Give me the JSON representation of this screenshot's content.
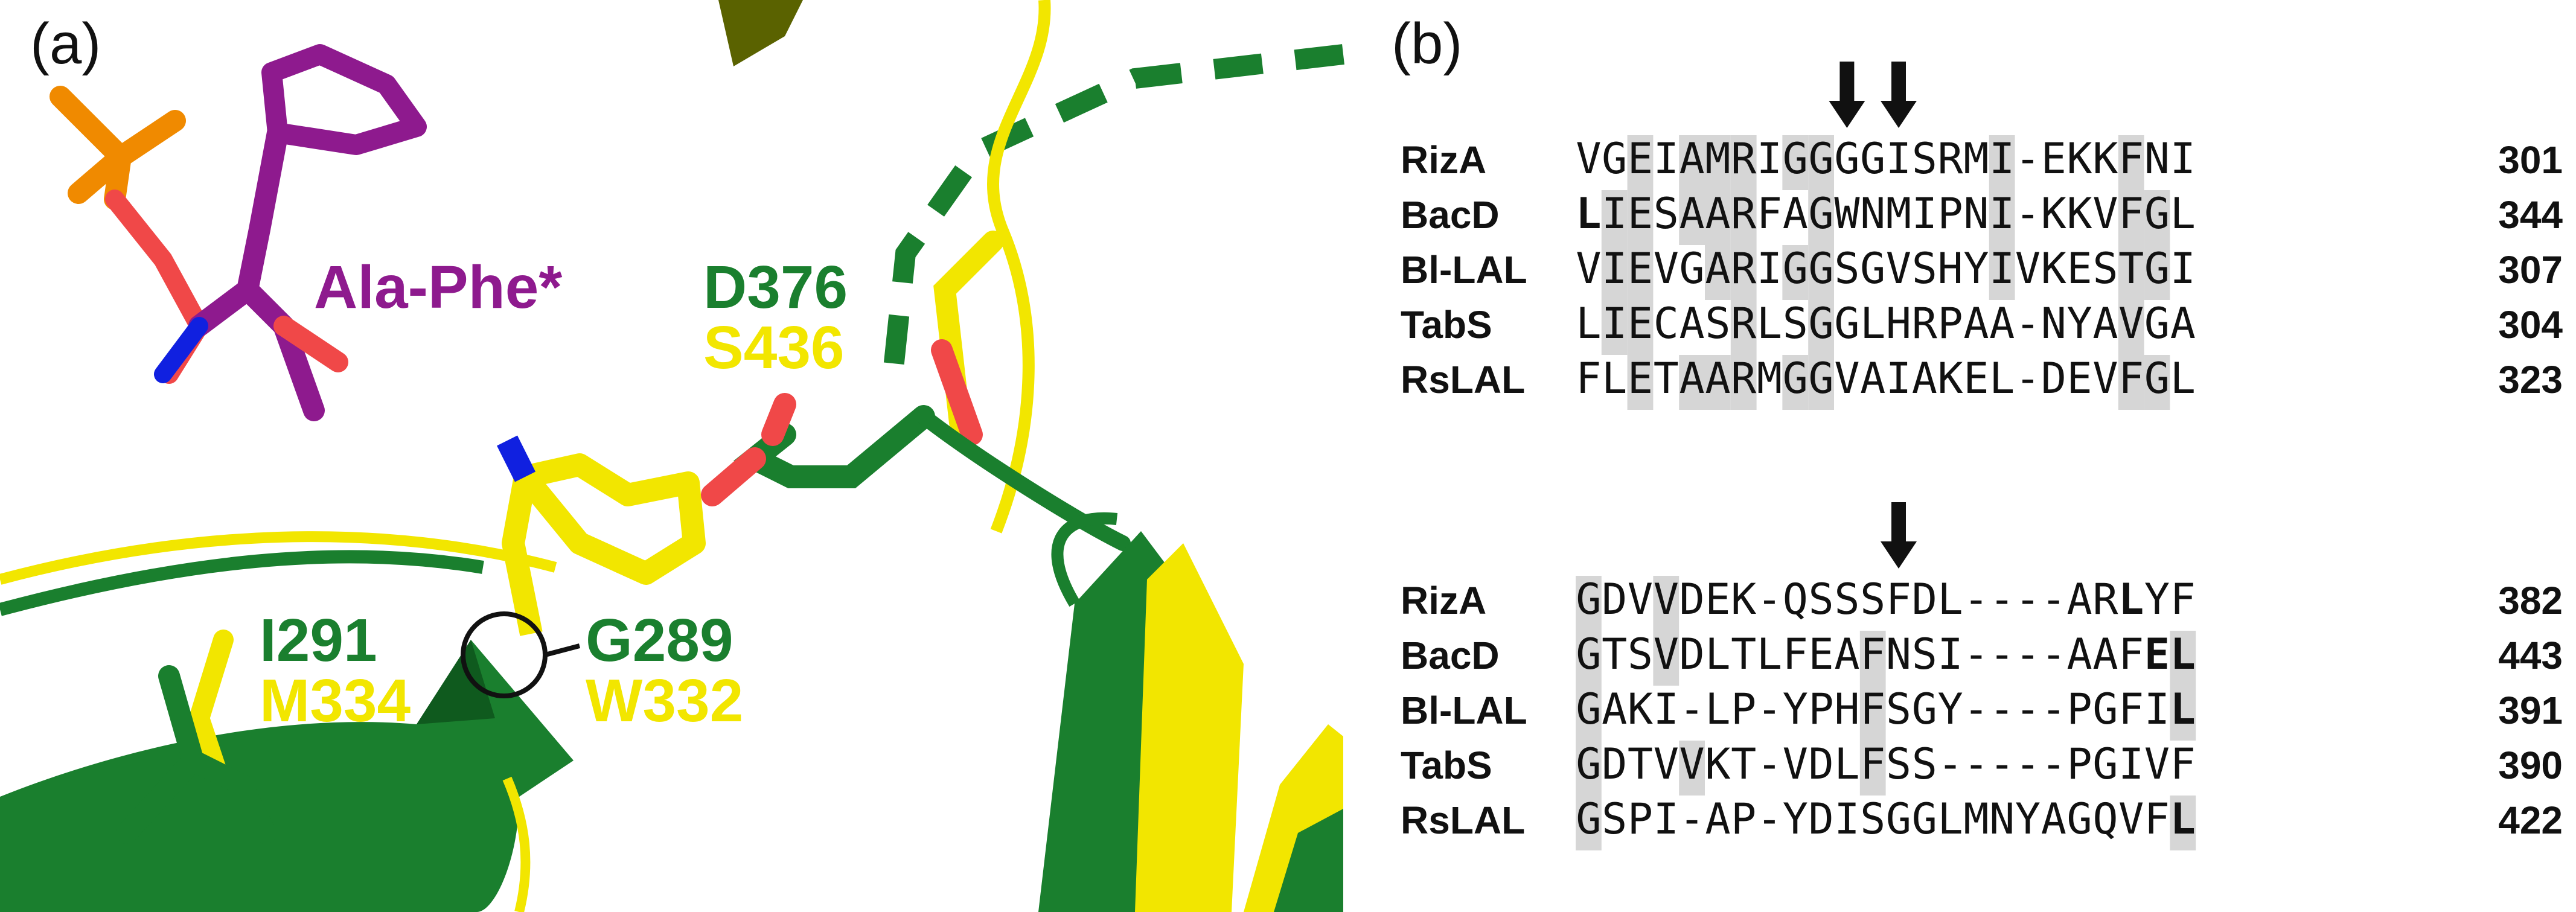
{
  "panel_a": {
    "label": "(a)",
    "ligand_label": "Ala-Phe*",
    "res_d376": "D376",
    "res_s436": "S436",
    "res_i291": "I291",
    "res_m334": "M334",
    "res_g289": "G289",
    "res_w332": "W332",
    "colors": {
      "green": "#1a7f2e",
      "yellow": "#f2e600",
      "purple": "#8e1a8e",
      "orange": "#f08a00",
      "red": "#f04848",
      "blue": "#1020e0"
    }
  },
  "panel_b": {
    "label": "(b)",
    "alignments": [
      {
        "rows": [
          {
            "name": "RizA",
            "seq": "VGEIAMRIGGGGISRMI-EKKFNI",
            "end": "301",
            "shade": [
              2,
              4,
              5,
              6,
              8,
              9,
              16,
              21
            ],
            "bold": []
          },
          {
            "name": "BacD",
            "seq": "LIESAARFAGWNMIPNI-KKVFGL",
            "end": "344",
            "shade": [
              1,
              2,
              4,
              5,
              6,
              9,
              16,
              21,
              22
            ],
            "bold": [
              0
            ]
          },
          {
            "name": "Bl-LAL",
            "seq": "VIEVGARIGGSGVSHYIVKESTGI",
            "end": "307",
            "shade": [
              1,
              2,
              5,
              6,
              8,
              9,
              16,
              21,
              22
            ],
            "bold": []
          },
          {
            "name": "TabS",
            "seq": "LIECASRLSGGLHRPAA-NYAVGA",
            "end": "304",
            "shade": [
              1,
              2,
              6,
              9,
              21
            ],
            "bold": []
          },
          {
            "name": "RsLAL",
            "seq": "FLETAARMGGVAIAKEL-DEVFGL",
            "end": "323",
            "shade": [
              2,
              4,
              5,
              6,
              8,
              9,
              21,
              22
            ],
            "bold": []
          }
        ],
        "arrows": [
          10,
          12
        ]
      },
      {
        "rows": [
          {
            "name": "RizA",
            "seq": "GDVVDEK-QSSSFDL----ARLYF",
            "end": "382",
            "shade": [
              0,
              3
            ],
            "bold": [
              21
            ]
          },
          {
            "name": "BacD",
            "seq": "GTSVDLTLFEAFNSI----AAFEL",
            "end": "443",
            "shade": [
              0,
              3,
              11,
              23
            ],
            "bold": [
              22,
              23
            ]
          },
          {
            "name": "Bl-LAL",
            "seq": "GAKI-LP-YPHFSGY----PGFIL",
            "end": "391",
            "shade": [
              0,
              11,
              23
            ],
            "bold": [
              23
            ]
          },
          {
            "name": "TabS",
            "seq": "GDTVVKT-VDLFSS-----PGIVF",
            "end": "390",
            "shade": [
              0,
              4,
              11
            ],
            "bold": []
          },
          {
            "name": "RsLAL",
            "seq": "GSPI-AP-YDISGGLMNYAGQVFL",
            "end": "422",
            "shade": [
              0,
              23
            ],
            "bold": [
              23
            ]
          }
        ],
        "arrows": [
          12
        ]
      }
    ]
  }
}
